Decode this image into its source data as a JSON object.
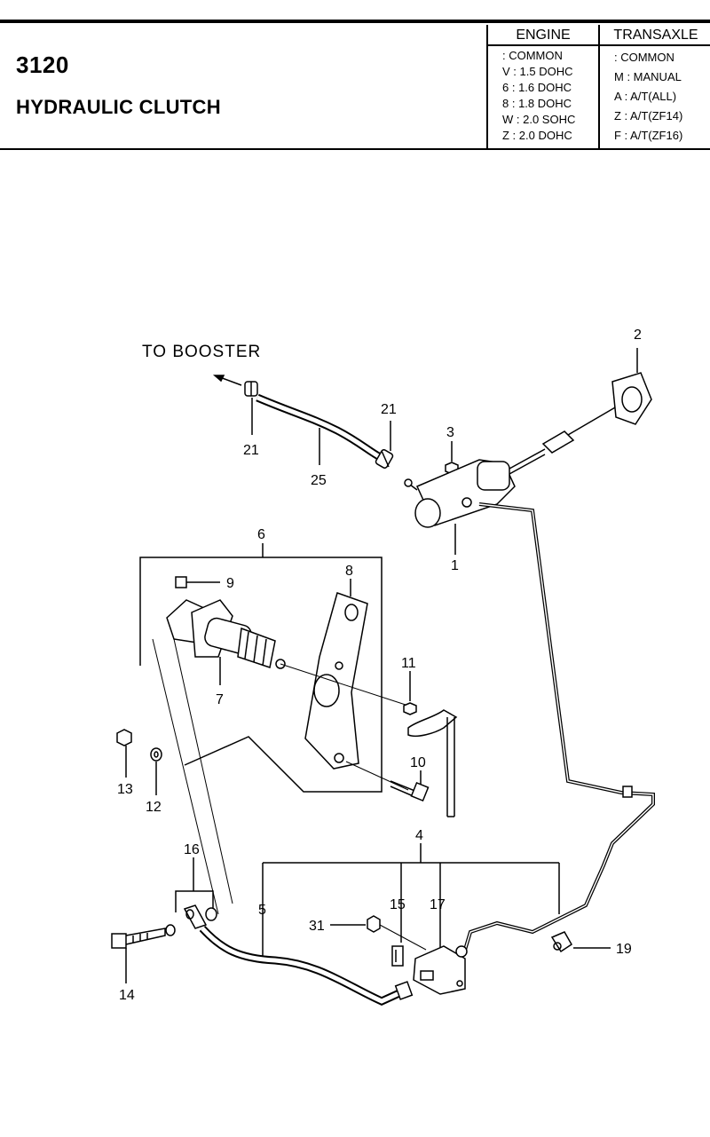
{
  "header": {
    "code": "3120",
    "title": "HYDRAULIC CLUTCH",
    "engine": {
      "heading": "ENGINE",
      "rows": [
        ": COMMON",
        "V : 1.5 DOHC",
        "6 : 1.6 DOHC",
        "8 : 1.8 DOHC",
        "W : 2.0 SOHC",
        "Z : 2.0 DOHC"
      ]
    },
    "transaxle": {
      "heading": "TRANSAXLE",
      "rows": [
        ": COMMON",
        "M : MANUAL",
        "A : A/T(ALL)",
        "Z : A/T(ZF14)",
        "F : A/T(ZF16)"
      ]
    }
  },
  "diagram": {
    "annotation": "TO BOOSTER",
    "callouts": {
      "c1": "1",
      "c2": "2",
      "c3": "3",
      "c4": "4",
      "c5": "5",
      "c6": "6",
      "c7": "7",
      "c8": "8",
      "c9": "9",
      "c10": "10",
      "c11": "11",
      "c12": "12",
      "c13": "13",
      "c14": "14",
      "c15": "15",
      "c16": "16",
      "c17": "17",
      "c19": "19",
      "c21a": "21",
      "c21b": "21",
      "c25": "25",
      "c31": "31"
    }
  }
}
